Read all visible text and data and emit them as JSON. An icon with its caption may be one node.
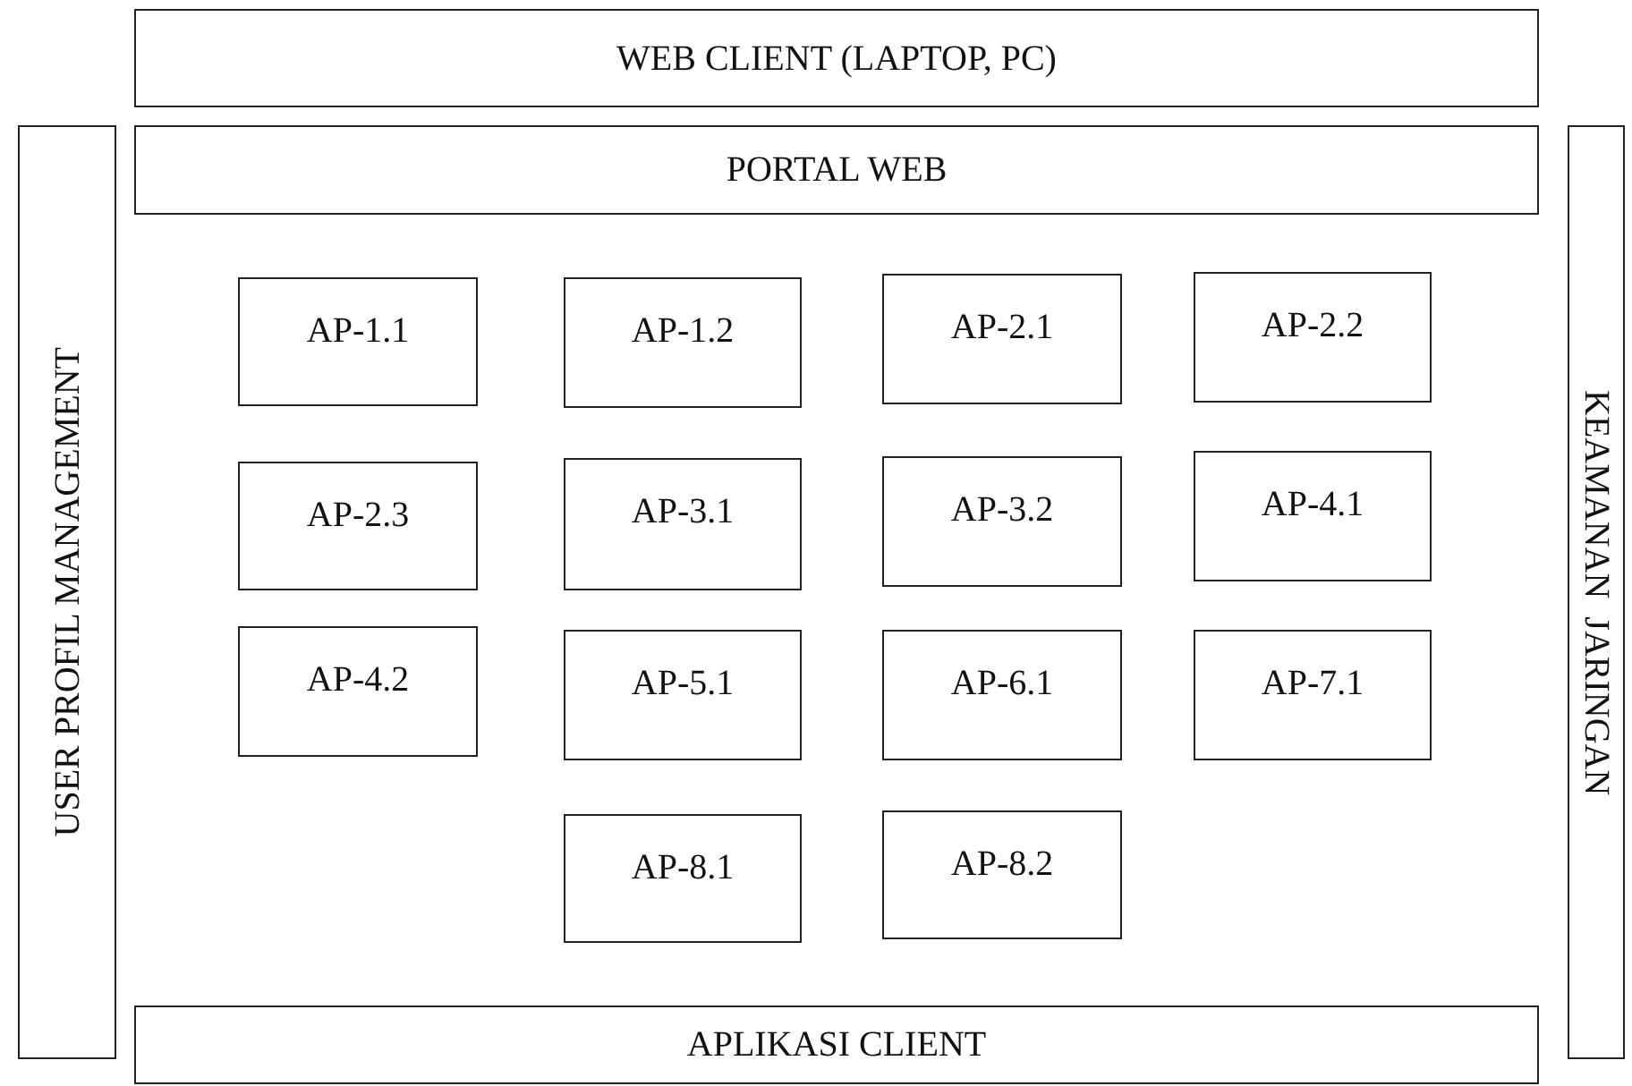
{
  "diagram": {
    "nodes": [
      {
        "text": [
          "WEB CLIENT (LAPTOP, PC)"
        ]
      },
      {
        "text": [
          "PORTAL WEB"
        ]
      },
      {
        "text": [
          "USER PROFIL MANAGEMENT"
        ]
      },
      {
        "text": [
          "KEAMANAN  JARINGAN"
        ]
      },
      {
        "text": [
          "AP-1.1"
        ]
      },
      {
        "text": [
          "AP-1.2"
        ]
      },
      {
        "text": [
          "AP-2.1"
        ]
      },
      {
        "text": [
          "AP-2.2"
        ]
      },
      {
        "text": [
          "AP-2.3"
        ]
      },
      {
        "text": [
          "AP-3.1"
        ]
      },
      {
        "text": [
          "AP-3.2"
        ]
      },
      {
        "text": [
          "AP-4.1"
        ]
      },
      {
        "text": [
          "AP-4.2"
        ]
      },
      {
        "text": [
          "AP-5.1"
        ]
      },
      {
        "text": [
          "AP-6.1"
        ]
      },
      {
        "text": [
          "AP-7.1"
        ]
      },
      {
        "text": [
          "AP-8.1"
        ]
      },
      {
        "text": [
          "AP-8.2"
        ]
      },
      {
        "text": [
          "APLIKASI CLIENT"
        ]
      }
    ]
  }
}
